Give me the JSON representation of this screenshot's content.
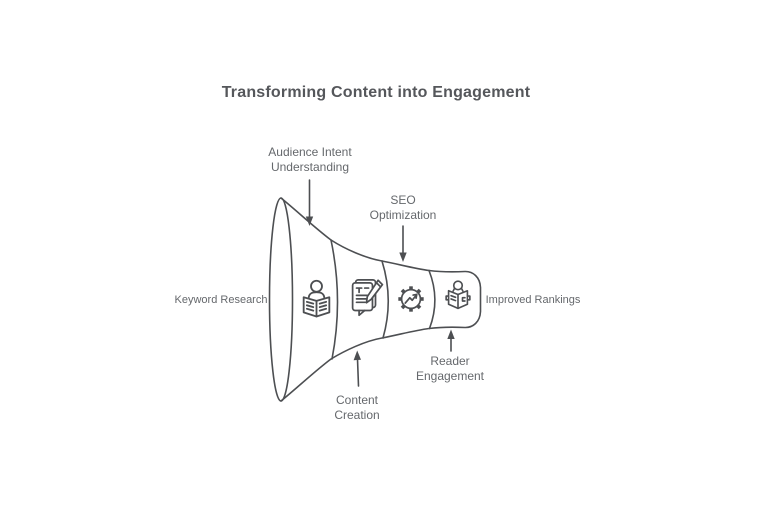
{
  "title": "Transforming Content into Engagement",
  "colors": {
    "background": "#ffffff",
    "outline": "#4d4f52",
    "title_text": "#55575b",
    "label_text": "#65686c"
  },
  "diagram": {
    "type": "funnel",
    "direction": "left-to-right",
    "input_label": "Keyword Research",
    "output_label": "Improved Rankings",
    "stages": [
      {
        "label": "Audience Intent\nUnderstanding",
        "icon": "audience-book-icon",
        "callout_position": "top"
      },
      {
        "label": "Content\nCreation",
        "icon": "document-pencil-icon",
        "callout_position": "bottom"
      },
      {
        "label": "SEO\nOptimization",
        "icon": "gear-chart-icon",
        "callout_position": "top"
      },
      {
        "label": "Reader\nEngagement",
        "icon": "person-reading-icon",
        "callout_position": "bottom"
      }
    ]
  }
}
